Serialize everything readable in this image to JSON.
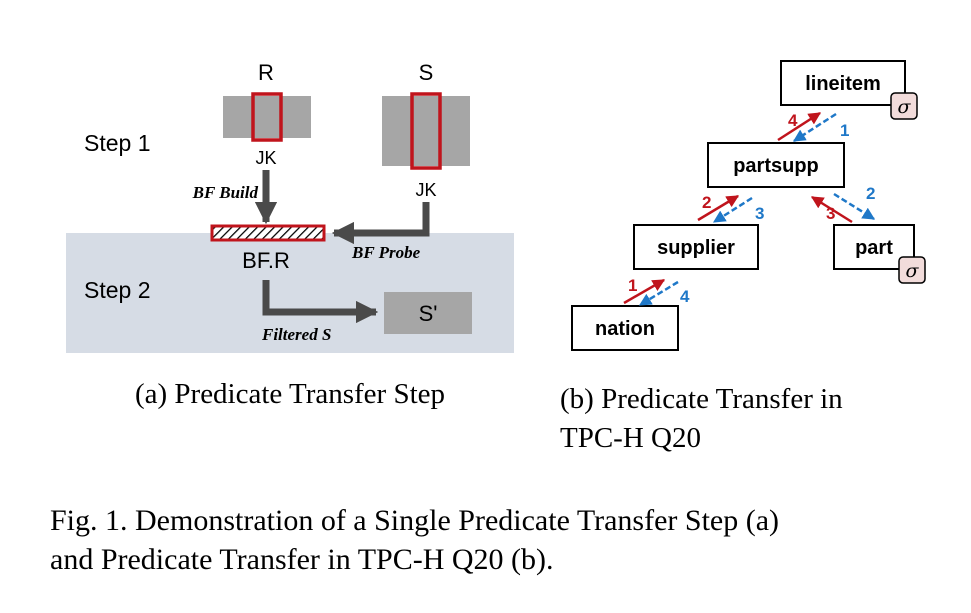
{
  "panel_a": {
    "label_r": "R",
    "label_s": "S",
    "step1": "Step 1",
    "step2": "Step 2",
    "jk_r": "JK",
    "jk_s": "JK",
    "bf_build": "BF Build",
    "bf_probe": "BF Probe",
    "bf_r": "BF.R",
    "filtered_s": "Filtered S",
    "s_prime": "S'",
    "caption": "(a) Predicate Transfer Step"
  },
  "panel_b": {
    "nodes": {
      "lineitem": "lineitem",
      "partsupp": "partsupp",
      "supplier": "supplier",
      "part": "part",
      "nation": "nation"
    },
    "sigma": "σ",
    "numbers": {
      "n1_red": "1",
      "n4_blue": "4",
      "n2_red": "2",
      "n3_blue": "3",
      "n3_red": "3",
      "n2_blue": "2",
      "n4_red": "4",
      "n1_blue": "1"
    },
    "caption_line1": "(b) Predicate Transfer in",
    "caption_line2": "TPC-H Q20"
  },
  "figure_caption": {
    "line1": "Fig. 1.  Demonstration of a Single Predicate Transfer Step (a)",
    "line2": "and Predicate Transfer in TPC-H Q20 (b)."
  },
  "colors": {
    "red": "#c0141c",
    "blue": "#1f78c8",
    "gray": "#a6a6a6",
    "dark_gray": "#4a4a4a",
    "step2_bg": "#d6dce5",
    "sigma_bg": "#f2dcdb"
  }
}
